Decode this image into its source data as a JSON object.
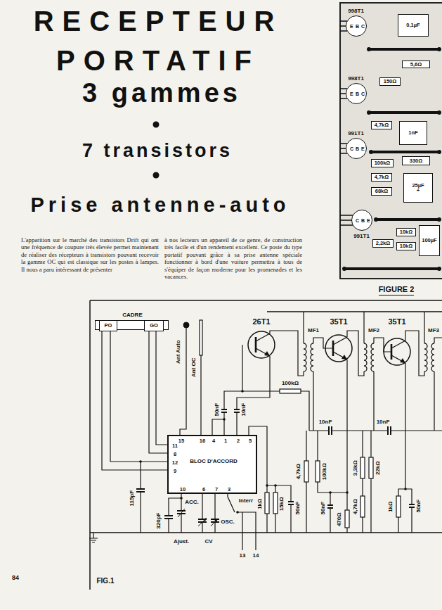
{
  "diagram": {
    "title": "RECEPTEUR PORTATIF",
    "nodes": [
      {
        "text": [
          "CADRE"
        ]
      },
      {
        "text": [
          "PO"
        ],
        "in": 0
      },
      {
        "text": [
          "GO"
        ],
        "in": 0
      },
      {
        "text": [
          "BLOC D'ACCORD",
          "15",
          "16",
          "4",
          "1",
          "2",
          "5",
          "11",
          "8",
          "12",
          "9",
          "10",
          "6",
          "7",
          "3"
        ]
      },
      {
        "text": [
          "998T1",
          "E",
          "B",
          "C"
        ]
      },
      {
        "text": [
          "0,1µF"
        ]
      },
      {
        "text": [
          "5,6Ω"
        ]
      },
      {
        "text": [
          "998T1",
          "E",
          "B",
          "C"
        ]
      },
      {
        "text": [
          "150Ω"
        ]
      },
      {
        "text": [
          "991T1",
          "C",
          "B",
          "E"
        ]
      },
      {
        "text": [
          "4,7kΩ"
        ]
      },
      {
        "text": [
          "1nF"
        ]
      },
      {
        "text": [
          "100kΩ"
        ]
      },
      {
        "text": [
          "330Ω"
        ]
      },
      {
        "text": [
          "4,7kΩ"
        ]
      },
      {
        "text": [
          "68kΩ"
        ]
      },
      {
        "text": [
          "25µF",
          "+"
        ]
      },
      {
        "text": [
          "991T1",
          "C",
          "B",
          "E"
        ]
      },
      {
        "text": [
          "2,2kΩ"
        ]
      },
      {
        "text": [
          "10kΩ"
        ]
      },
      {
        "text": [
          "10kΩ"
        ]
      },
      {
        "text": [
          "100µF"
        ]
      }
    ],
    "edges": [
      {
        "from": 2,
        "to": 3,
        "arrow": "none"
      },
      {
        "from": 2,
        "to": 3,
        "arrow": "none"
      },
      {
        "from": 1,
        "to": 3,
        "arrow": "none"
      },
      {
        "from": 1,
        "to": 3,
        "arrow": "none"
      }
    ],
    "labels": [
      "3 gammes",
      "7 transistors",
      "Prise antenne-auto",
      "L'apparition sur le marché des transistors Drift qui ont une fréquence de coupure très élevée permet maintenant de réaliser des récepteurs à transistors pouvant recevoir la gamme OC qui est classique sur les postes à lampes. Il nous a paru intéressant de présenter",
      "à nos lecteurs un appareil de ce genre, de construction très facile et d'un rendement excellent. Ce poste du type portatif pouvant grâce à sa prise antenne spéciale fonctionner à bord d'une voiture permettra à tous de s'équiper de façon moderne pour les promenades et les vacances.",
      "FIGURE 2",
      "26T1",
      "35T1",
      "35T1",
      "MF1",
      "MF2",
      "MF3",
      "Ant Auto",
      "Ant OC",
      "50nF",
      "10nF",
      "100kΩ",
      "10nF",
      "10nF",
      "115pF",
      "320pF",
      "ACC.",
      "OSC.",
      "Interr",
      "Ajust.",
      "CV",
      "13",
      "14",
      "1kΩ",
      "15kΩ",
      "50nF",
      "4,7kΩ",
      "100kΩ",
      "50nF",
      "470Ω",
      "3,3kΩ",
      "22kΩ",
      "4,7kΩ",
      "1kΩ",
      "50nF",
      "FIG.1",
      "84"
    ]
  }
}
